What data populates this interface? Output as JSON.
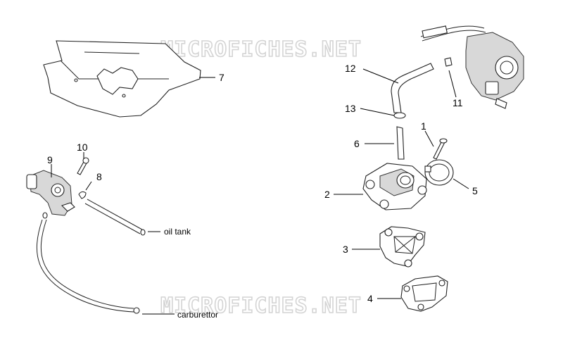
{
  "watermark": "MICROFICHES.NET",
  "callouts": {
    "c1": "1",
    "c2": "2",
    "c3": "3",
    "c4": "4",
    "c5": "5",
    "c6": "6",
    "c7": "7",
    "c8": "8",
    "c9": "9",
    "c10": "10",
    "c11": "11",
    "c12": "12",
    "c13": "13"
  },
  "labels": {
    "oil_tank": "oil tank",
    "carburettor": "carburettor"
  }
}
